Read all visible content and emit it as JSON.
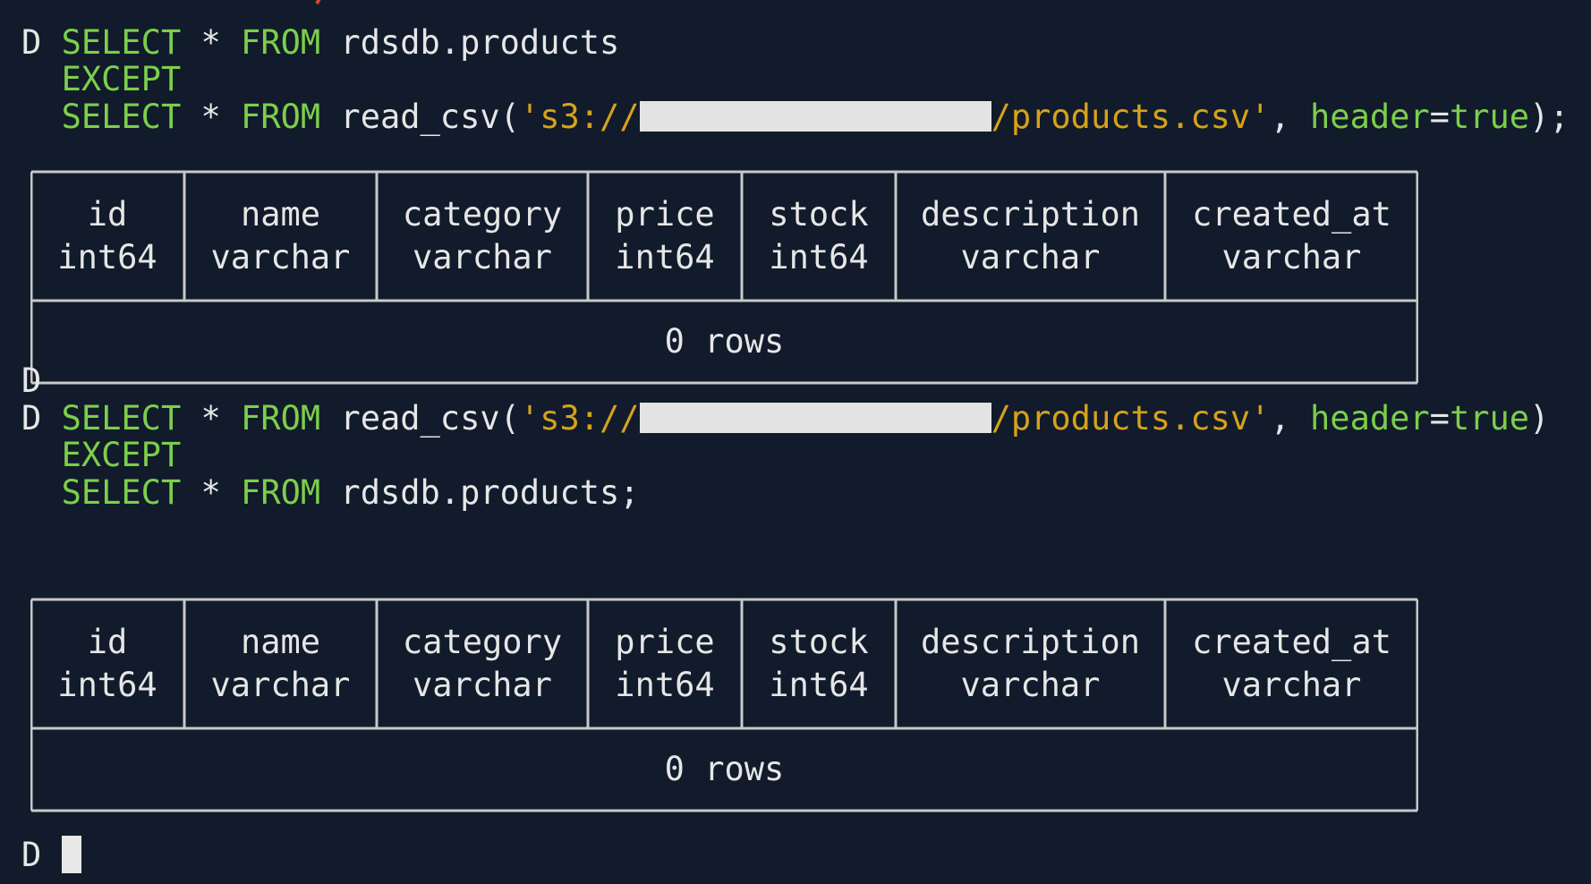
{
  "prompt_char": "D",
  "query1": {
    "line1": {
      "kw1": "SELECT",
      "star": " * ",
      "kw2": "FROM",
      "rest": " rdsdb.products"
    },
    "line2": {
      "kw": "EXCEPT"
    },
    "line3": {
      "kw1": "SELECT",
      "star": " * ",
      "kw2": "FROM",
      "fn": " read_csv(",
      "str_start": "'s3://",
      "str_end": "/products.csv'",
      "comma": ", ",
      "param": "header",
      "eq": "=",
      "val": "true",
      "end": ");"
    }
  },
  "query2": {
    "line1": {
      "kw1": "SELECT",
      "star": " * ",
      "kw2": "FROM",
      "fn": " read_csv(",
      "str_start": "'s3://",
      "str_end": "/products.csv'",
      "comma": ", ",
      "param": "header",
      "eq": "=",
      "val": "true",
      "end": ")"
    },
    "line2": {
      "kw": "EXCEPT"
    },
    "line3": {
      "kw1": "SELECT",
      "star": " * ",
      "kw2": "FROM",
      "rest": " rdsdb.products;"
    }
  },
  "columns": [
    {
      "name": "id",
      "type": "int64"
    },
    {
      "name": "name",
      "type": "varchar"
    },
    {
      "name": "category",
      "type": "varchar"
    },
    {
      "name": "price",
      "type": "int64"
    },
    {
      "name": "stock",
      "type": "int64"
    },
    {
      "name": "description",
      "type": "varchar"
    },
    {
      "name": "created_at",
      "type": "varchar"
    }
  ],
  "result1_footer": "0 rows",
  "result2_footer": "0 rows",
  "colors": {
    "background": "#111b2b",
    "keyword": "#7ccf4a",
    "string": "#d6a21a",
    "text": "#e6e6e6",
    "border": "#c8c8c8"
  }
}
